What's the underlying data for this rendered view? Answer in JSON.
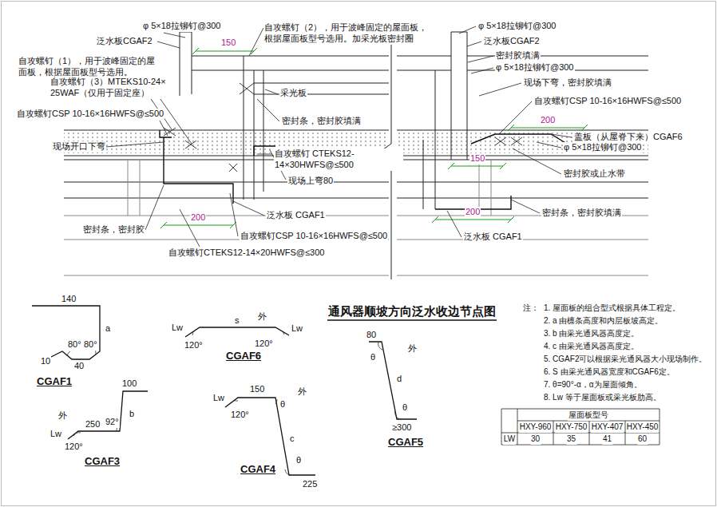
{
  "diagram": {
    "title": "通风器顺坡方向泛水收边节点图",
    "labels": [
      "φ 5×18拉铆钉@300",
      "泛水板CGAF2",
      "150",
      "自攻螺钉（2），用于波峰固定的屋面板， 根据屋面板型号选用。加采光板密封圈",
      "自攻螺钉（1），用于波峰固定的屋 面板，根据屋面板型号选用。",
      "自攻螺钉（3）MTEKS10-24× 25WAF（仅用于固定座）",
      "采光板",
      "密封条，密封胶填满",
      "自攻螺钉CSP 10-16×16HWFS@≤500",
      "现场开口下弯",
      "自攻螺钉 CTEKS12-14×30HWFS@≤500",
      "现场上弯80",
      "200",
      "密封条，密封胶",
      "泛水板 CGAF1",
      "自攻螺钉CSP 10-16×16HWFS@≤500",
      "自攻螺钉CTEKS12-14×20HWFS@≤300",
      "φ 5×18拉铆钉@300",
      "泛水板CGAF2",
      "密封胶填满",
      "φ 5×18拉铆钉@300",
      "现场下弯，密封胶填满",
      "自攻螺钉CSP 10-16×16HWFS@≤500",
      "200",
      "盖板（从屋脊下来）CGAF6",
      "φ 5×18拉铆钉@300",
      "150",
      "密封胶或止水带",
      "200",
      "密封条，密封胶填满",
      "泛水板 CGAF1",
      "140",
      "a",
      "80°",
      "80°",
      "10",
      "40",
      "CGAF1",
      "外",
      "s",
      "Lw",
      "Lw",
      "120°",
      "120°",
      "CGAF6",
      "100",
      "外",
      "250",
      "92°",
      "b",
      "Lw",
      "120°",
      "CGAF3",
      "Lw",
      "150",
      "外",
      "θ",
      "120°",
      "c",
      "θ",
      "225",
      "CGAF4",
      "80",
      "外",
      "θ",
      "d",
      "θ",
      "≥300",
      "CGAF5",
      "注：",
      "1. 屋面板的组合型式根据具体工程定。",
      "2. a 由檩条高度和内层板坡高定。",
      "3. b 由采光通风器高度定。",
      "4. c 由采光通风器高度定。",
      "5. CGAF2可以根据采光通风器大小现场制作。",
      "6. S 由采光通风器宽度和CGAF6定。",
      "7. θ=90°-α，α为屋面倾角。",
      "8. Lw 等于屋面板或采光板肋高。",
      "屋面板型号",
      "HXY-960",
      "HXY-750",
      "HXY-407",
      "HXY-450",
      "LW",
      "30",
      "35",
      "41",
      "60"
    ]
  }
}
